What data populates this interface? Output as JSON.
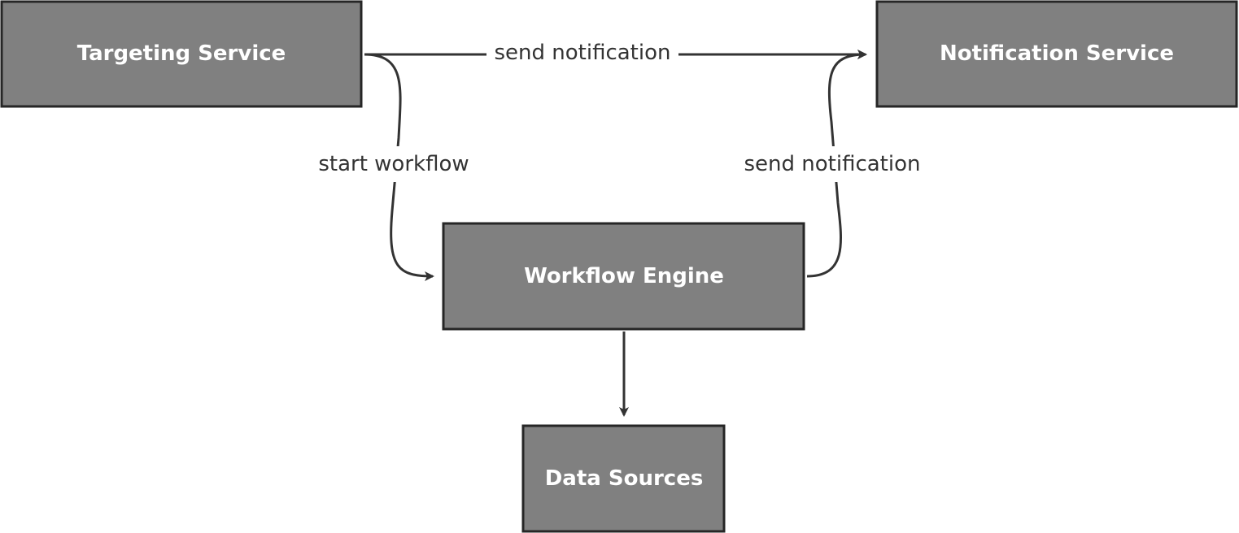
{
  "nodes": {
    "targeting_service": "Targeting Service",
    "notification_service": "Notification Service",
    "workflow_engine": "Workflow Engine",
    "data_sources": "Data Sources"
  },
  "edges": {
    "targeting_to_notification": "send notification",
    "targeting_to_workflow": "start workflow",
    "workflow_to_notification": "send notification",
    "workflow_to_data_sources": ""
  },
  "colors": {
    "node_fill": "#808080",
    "node_stroke": "#262626",
    "edge_stroke": "#333333",
    "node_text": "#ffffff",
    "background": "#ffffff"
  }
}
